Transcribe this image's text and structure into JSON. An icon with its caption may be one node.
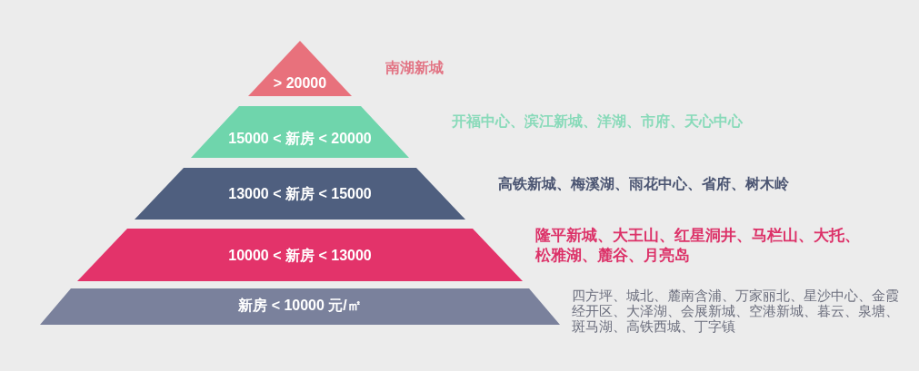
{
  "diagram": {
    "nodes": [
      {
        "text": [
          "> 20000"
        ],
        "beside": [
          "南湖新城"
        ]
      },
      {
        "text": [
          "15000 < 新房 < 20000"
        ],
        "beside": [
          "开福中心、滨江新城、洋湖、市府、天心中心"
        ]
      },
      {
        "text": [
          "13000 < 新房 < 15000"
        ],
        "beside": [
          "高铁新城、梅溪湖、雨花中心、省府、树木岭"
        ]
      },
      {
        "text": [
          "10000 < 新房 < 13000"
        ],
        "beside": [
          "隆平新城、大王山、红星洞井、马栏山、大托、松雅湖、麓谷、月亮岛"
        ]
      },
      {
        "text": [
          "新房 < 10000 元/㎡"
        ],
        "beside": [
          "四方坪、城北、麓南含浦、万家丽北、星沙中心、金霞经开区、大泽湖、会展新城、空港新城、暮云、泉塘、斑马湖、高铁西城、丁字镇"
        ]
      }
    ]
  }
}
